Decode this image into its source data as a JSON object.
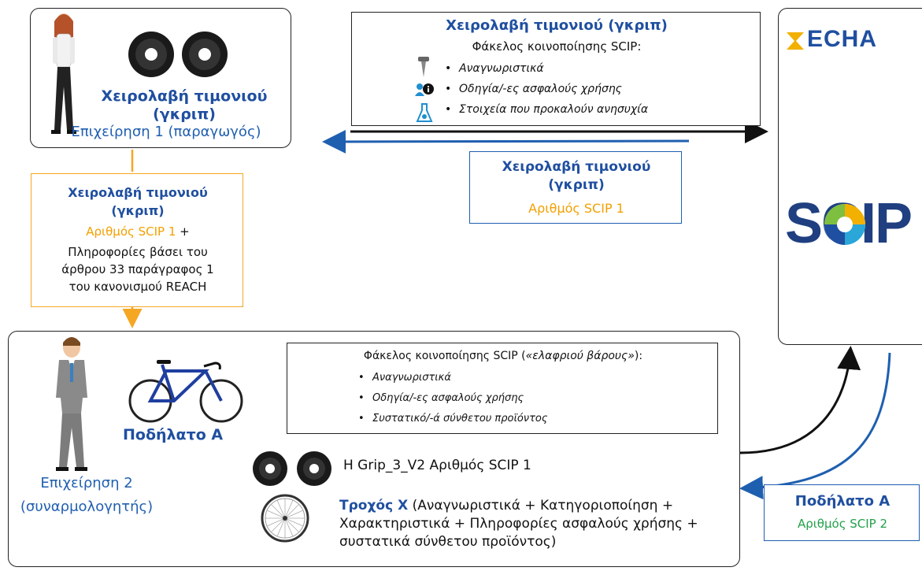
{
  "company1": {
    "product": "Χειρολαβή τιμονιού (γκριπ)",
    "role": "Επιχείρηση 1 (παραγωγός)"
  },
  "scip_dossier": {
    "title": "Χειρολαβή τιμονιού (γκριπ)",
    "heading": "Φάκελος κοινοποίησης SCIP:",
    "items": [
      "Αναγνωριστικά",
      "Οδηγία/-ες ασφαλούς χρήσης",
      "Στοιχεία που προκαλούν ανησυχία"
    ],
    "icons": [
      "screw-icon",
      "info-people-icon",
      "chemical-flask-icon"
    ]
  },
  "echa_logo": "ECHA",
  "scip_logo": "SCIP",
  "return_box": {
    "title": "Χειρολαβή τιμονιού (γκριπ)",
    "number": "Αριθμός SCIP 1"
  },
  "supply_box": {
    "title": "Χειρολαβή τιμονιού (γκριπ)",
    "number": "Αριθμός SCIP 1",
    "plus": " +",
    "info": "Πληροφορίες βάσει του άρθρου 33 παράγραφος 1 του κανονισμού REACH"
  },
  "company2": {
    "product": "Ποδήλατο Α",
    "role": "Επιχείρηση 2 (συναρμολογητής)"
  },
  "light_dossier": {
    "heading": "Φάκελος κοινοποίησης SCIP (",
    "heading_italic": "«ελαφριού βάρους»",
    "heading_end": "):",
    "items": [
      "Αναγνωριστικά",
      "Οδηγία/-ες ασφαλούς χρήσης",
      "Συστατικό/-ά σύνθετου προϊόντος"
    ]
  },
  "component_grip": "H Grip_3_V2 Αριθμός SCIP 1",
  "component_wheel": {
    "name": "Τροχός Χ",
    "details": " (Αναγνωριστικά + Κατηγοριοποίηση + Χαρακτηριστικά + Πληροφορίες ασφαλούς χρήσης + συστατικά σύνθετου προϊόντος)"
  },
  "result_box": {
    "title": "Ποδήλατο Α",
    "number": "Αριθμός SCIP 2"
  },
  "colors": {
    "title_blue": "#1f4fa0",
    "orange": "#f2a000",
    "green": "#22a04a",
    "arrow_blue": "#1f5fb0"
  }
}
